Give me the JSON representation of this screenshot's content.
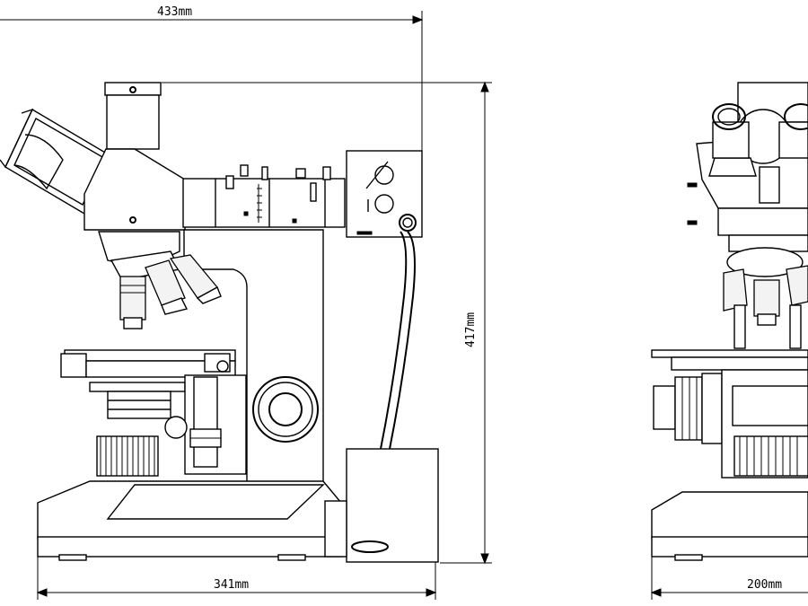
{
  "dimensions": {
    "top_width": "433mm",
    "height": "417mm",
    "base_side": "341mm",
    "base_front": "200mm"
  },
  "colors": {
    "ink": "#000000",
    "paper": "#ffffff"
  }
}
